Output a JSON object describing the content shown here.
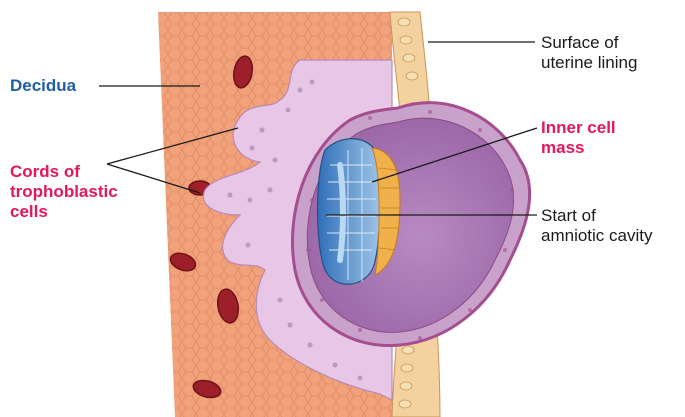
{
  "labels": {
    "decidua": "Decidua",
    "cords": [
      "Cords of",
      "trophoblastic",
      "cells"
    ],
    "surface": [
      "Surface of",
      "uterine lining"
    ],
    "inner_cell_mass": [
      "Inner cell",
      "mass"
    ],
    "amniotic": [
      "Start of",
      "amniotic cavity"
    ]
  },
  "colors": {
    "decidua_label": "#1f5fa8",
    "highlight_label": "#e2185b",
    "decidua_tissue": "#f2a27a",
    "trophoblast": "#e8c6e6",
    "blastocyst": "#a7629f",
    "inner_cell_mass": "#5a8ec6",
    "amniotic_cells": "#f0b04a"
  }
}
